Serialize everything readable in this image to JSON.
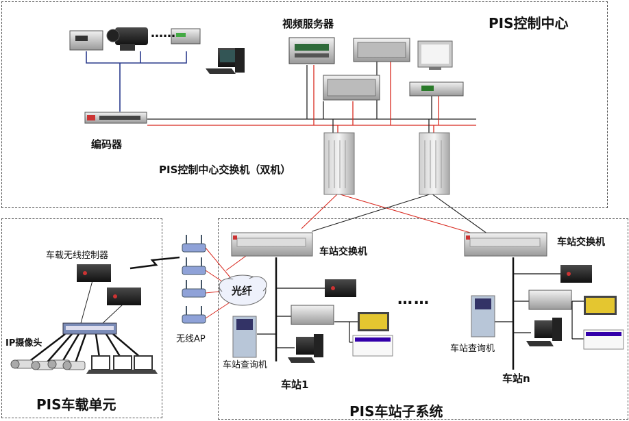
{
  "center": {
    "title": "PIS控制中心",
    "video_server_label": "视频服务器",
    "encoder_label": "编码器",
    "switch_label": "PIS控制中心交换机（双机）",
    "camera_ellipsis": "……"
  },
  "vehicle": {
    "title": "PIS车载单元",
    "wireless_controller_label": "车载无线控制器",
    "ip_camera_label": "IP摄像头"
  },
  "station": {
    "title": "PIS车站子系统",
    "switch_label_1": "车站交换机",
    "switch_label_n": "车站交换机",
    "fiber_label": "光纤",
    "wireless_ap_label": "无线AP",
    "kiosk_label_1": "车站查询机",
    "kiosk_label_n": "车站查询机",
    "station1_label": "车站1",
    "stationn_label": "车站n",
    "ellipsis": "……"
  },
  "colors": {
    "red_link": "#d8281e",
    "dark_link": "#222222",
    "blue_link": "#2a3a8c"
  }
}
